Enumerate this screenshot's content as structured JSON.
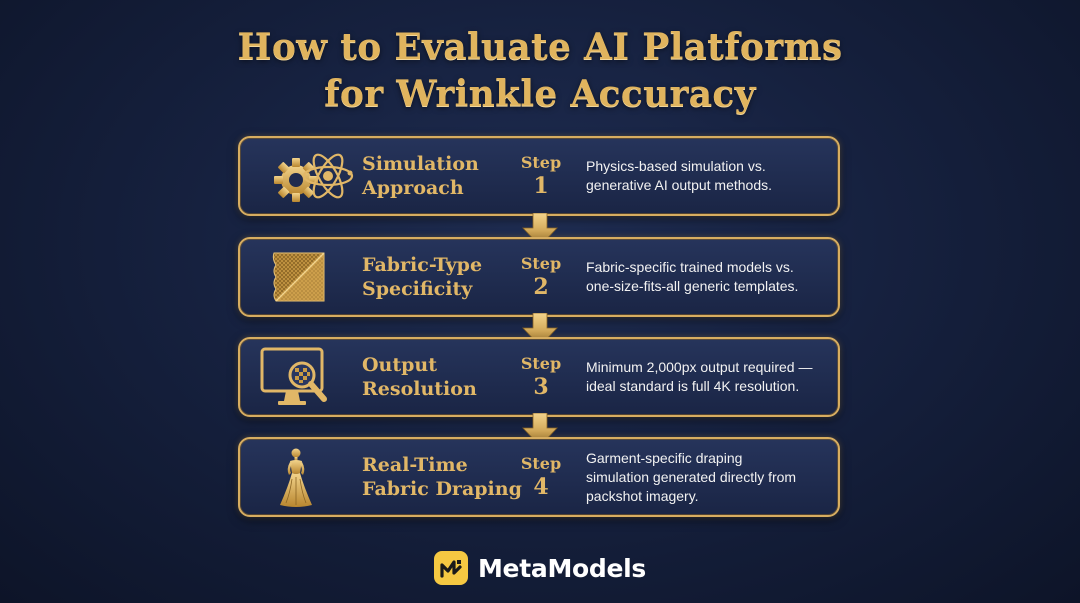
{
  "title": {
    "line1": "How to Evaluate AI Platforms",
    "line2": "for Wrinkle Accuracy"
  },
  "colors": {
    "gold": "#e0b45e",
    "card_bg": "#1f2b4e",
    "page_bg": "#16213f",
    "brand_yellow": "#f5c842"
  },
  "steps": [
    {
      "icon": "gear-atom-icon",
      "name": [
        "Simulation",
        "Approach"
      ],
      "step_label": "Step",
      "number": "1",
      "description": [
        "Physics-based simulation vs.",
        "generative AI output methods."
      ]
    },
    {
      "icon": "fabric-swatch-icon",
      "name": [
        "Fabric-Type",
        "Specificity"
      ],
      "step_label": "Step",
      "number": "2",
      "description": [
        "Fabric-specific trained models vs.",
        "one-size-fits-all generic templates."
      ]
    },
    {
      "icon": "monitor-magnifier-icon",
      "name": [
        "Output",
        "Resolution"
      ],
      "step_label": "Step",
      "number": "3",
      "description": [
        "Minimum 2,000px output required —",
        "ideal standard is full 4K resolution."
      ]
    },
    {
      "icon": "dress-figure-icon",
      "name": [
        "Real-Time",
        "Fabric Draping"
      ],
      "step_label": "Step",
      "number": "4",
      "description": [
        "Garment-specific draping",
        "simulation generated directly from",
        "packshot imagery."
      ]
    }
  ],
  "brand": {
    "name": "MetaModels",
    "icon": "metamodels-logo-icon"
  }
}
